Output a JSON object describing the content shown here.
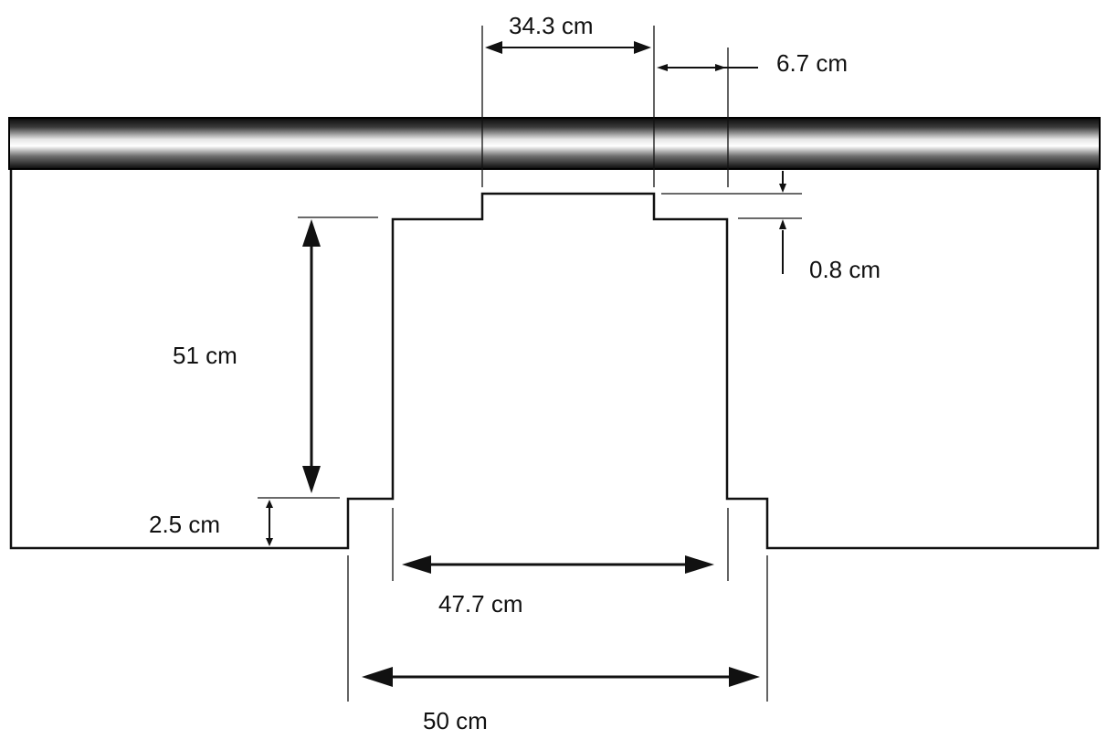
{
  "dimensions": {
    "top_width": "34.3 cm",
    "offset": "6.7 cm",
    "step_height": "0.8 cm",
    "height": "51 cm",
    "base_step": "2.5 cm",
    "inner_width": "47.7 cm",
    "outer_width": "50 cm"
  }
}
